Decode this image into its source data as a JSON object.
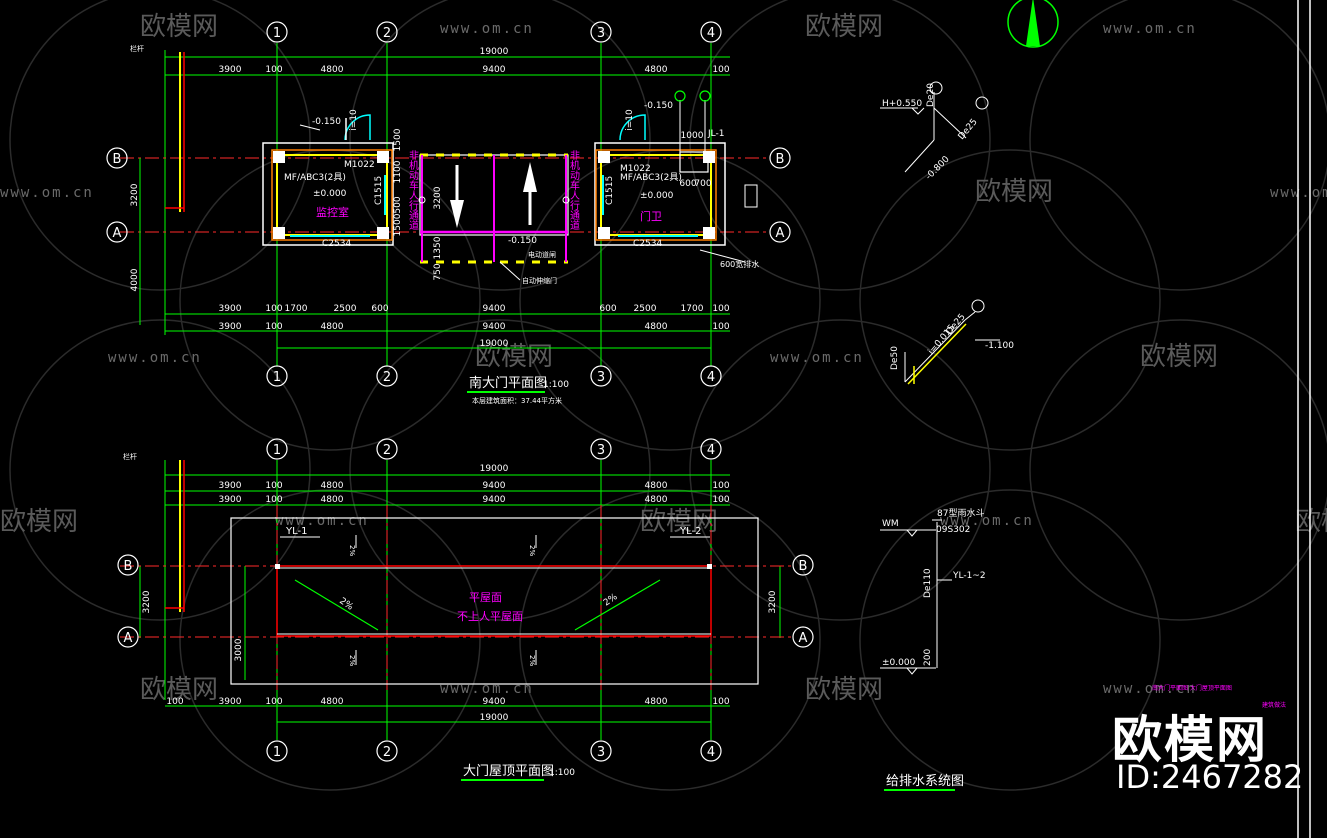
{
  "watermark": {
    "brand": "欧模网",
    "url": "www.om.cn",
    "id": "ID:2467282"
  },
  "axes": {
    "num": [
      "1",
      "2",
      "3",
      "4"
    ],
    "letters": [
      "A",
      "B"
    ]
  },
  "plan": {
    "title": "南大门平面图",
    "scale": "1:100",
    "area_note": "本层建筑面积：37.44平方米",
    "dims_top_total": "19000",
    "dims_top_row": [
      "3900",
      "100",
      "4800",
      "9400",
      "4800",
      "100"
    ],
    "dims_bot_row1": [
      "3900",
      "100",
      "1700",
      "2500",
      "600",
      "9400",
      "600",
      "2500",
      "1700",
      "100"
    ],
    "dims_bot_row2": [
      "3900",
      "100",
      "4800",
      "9400",
      "4800",
      "100"
    ],
    "dims_bot_total": "19000",
    "dims_left": [
      "3200",
      "4000"
    ],
    "room_left": "监控室",
    "room_right": "门卫",
    "door": "M1022",
    "window_c": "C2534",
    "window_side": "C1515",
    "extinguisher": "MF/ABC3(2具)",
    "elev_floor": "±0.000",
    "elev_out": "-0.150",
    "lane_text_left": "非机动车人行通道",
    "lane_text_right": "非机动车人行通道",
    "gate_label": "自动伸缩门",
    "barrier_label": "电动道闸",
    "drain": "600宽排水",
    "fence": "栏杆",
    "jl": "JL-1",
    "small_dims": [
      "1500",
      "1100",
      "500",
      "1500",
      "1350",
      "750",
      "3200",
      "1000",
      "600",
      "700"
    ],
    "i10": "i=10"
  },
  "roof": {
    "title": "大门屋顶平面图",
    "scale": "1:100",
    "label1": "平屋面",
    "label2": "不上人平屋面",
    "yl1": "YL-1",
    "yl2": "YL-2",
    "slope": "2%",
    "dims_top_total": "19000",
    "dims_top_row1": [
      "3900",
      "100",
      "4800",
      "9400",
      "4800",
      "100"
    ],
    "dims_top_row2": [
      "3900",
      "100",
      "4800",
      "9400",
      "4800",
      "100"
    ],
    "dims_bot_row": [
      "100",
      "3900",
      "100",
      "4800",
      "9400",
      "4800",
      "100"
    ],
    "dims_bot_total": "19000",
    "dims_side": [
      "3200",
      "3000",
      "3200"
    ],
    "fence_label": "栏杆"
  },
  "water": {
    "title": "给排水系统图",
    "h": "H+0.550",
    "de20": "De20",
    "de25": "De25",
    "de50a": "De50",
    "i_slope": "i=0.015",
    "minus_0800": "-0.800",
    "minus_1100": "-1.100",
    "wm": "WM",
    "top_note": "87型雨水斗",
    "std": "09S302",
    "de110": "De110",
    "yl": "YL-1~2",
    "zero": "±0.000",
    "n200": "200",
    "legend": "南大门平面图   大门屋顶平面图",
    "tag": "建筑做法"
  },
  "colors": {
    "green": "#00ff00",
    "white": "#ffffff",
    "magenta": "#ff00ff",
    "yellow": "#ffff00",
    "cyan": "#00ffff",
    "red": "#ff2a2a"
  }
}
